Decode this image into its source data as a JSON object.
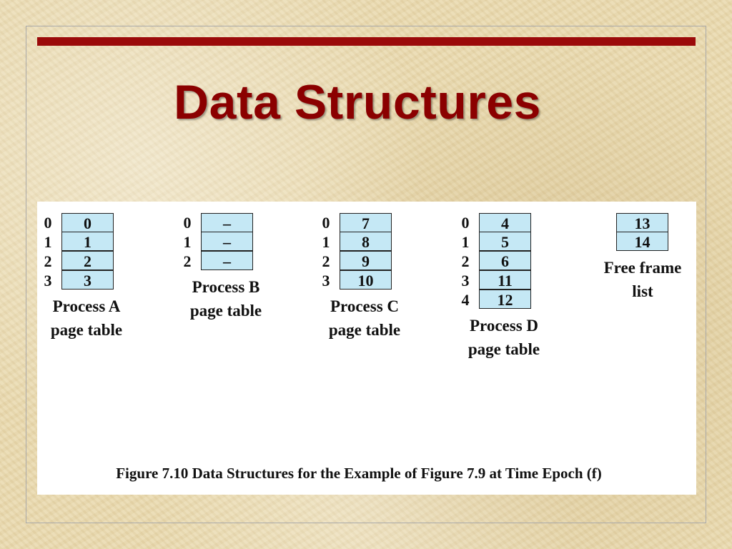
{
  "slide": {
    "title": "Data Structures",
    "accent_color": "#8b0000",
    "bar_color": "#9b0a0a"
  },
  "diagram": {
    "tables": [
      {
        "name": "Process A",
        "caption_line1": "Process A",
        "caption_line2": "page table",
        "rows": [
          {
            "index": "0",
            "value": "0"
          },
          {
            "index": "1",
            "value": "1"
          },
          {
            "index": "2",
            "value": "2"
          },
          {
            "index": "3",
            "value": "3"
          }
        ]
      },
      {
        "name": "Process B",
        "caption_line1": "Process B",
        "caption_line2": "page table",
        "rows": [
          {
            "index": "0",
            "value": "–"
          },
          {
            "index": "1",
            "value": "–"
          },
          {
            "index": "2",
            "value": "–"
          }
        ]
      },
      {
        "name": "Process C",
        "caption_line1": "Process C",
        "caption_line2": "page table",
        "rows": [
          {
            "index": "0",
            "value": "7"
          },
          {
            "index": "1",
            "value": "8"
          },
          {
            "index": "2",
            "value": "9"
          },
          {
            "index": "3",
            "value": "10"
          }
        ]
      },
      {
        "name": "Process D",
        "caption_line1": "Process D",
        "caption_line2": "page table",
        "rows": [
          {
            "index": "0",
            "value": "4"
          },
          {
            "index": "1",
            "value": "5"
          },
          {
            "index": "2",
            "value": "6"
          },
          {
            "index": "3",
            "value": "11"
          },
          {
            "index": "4",
            "value": "12"
          }
        ]
      }
    ],
    "free_frame_list": {
      "caption_line1": "Free frame",
      "caption_line2": "list",
      "values": [
        "13",
        "14"
      ]
    },
    "cell_color": "#c5e8f5",
    "figure_caption": "Figure 7.10  Data Structures for the Example of Figure 7.9 at Time Epoch (f)"
  }
}
